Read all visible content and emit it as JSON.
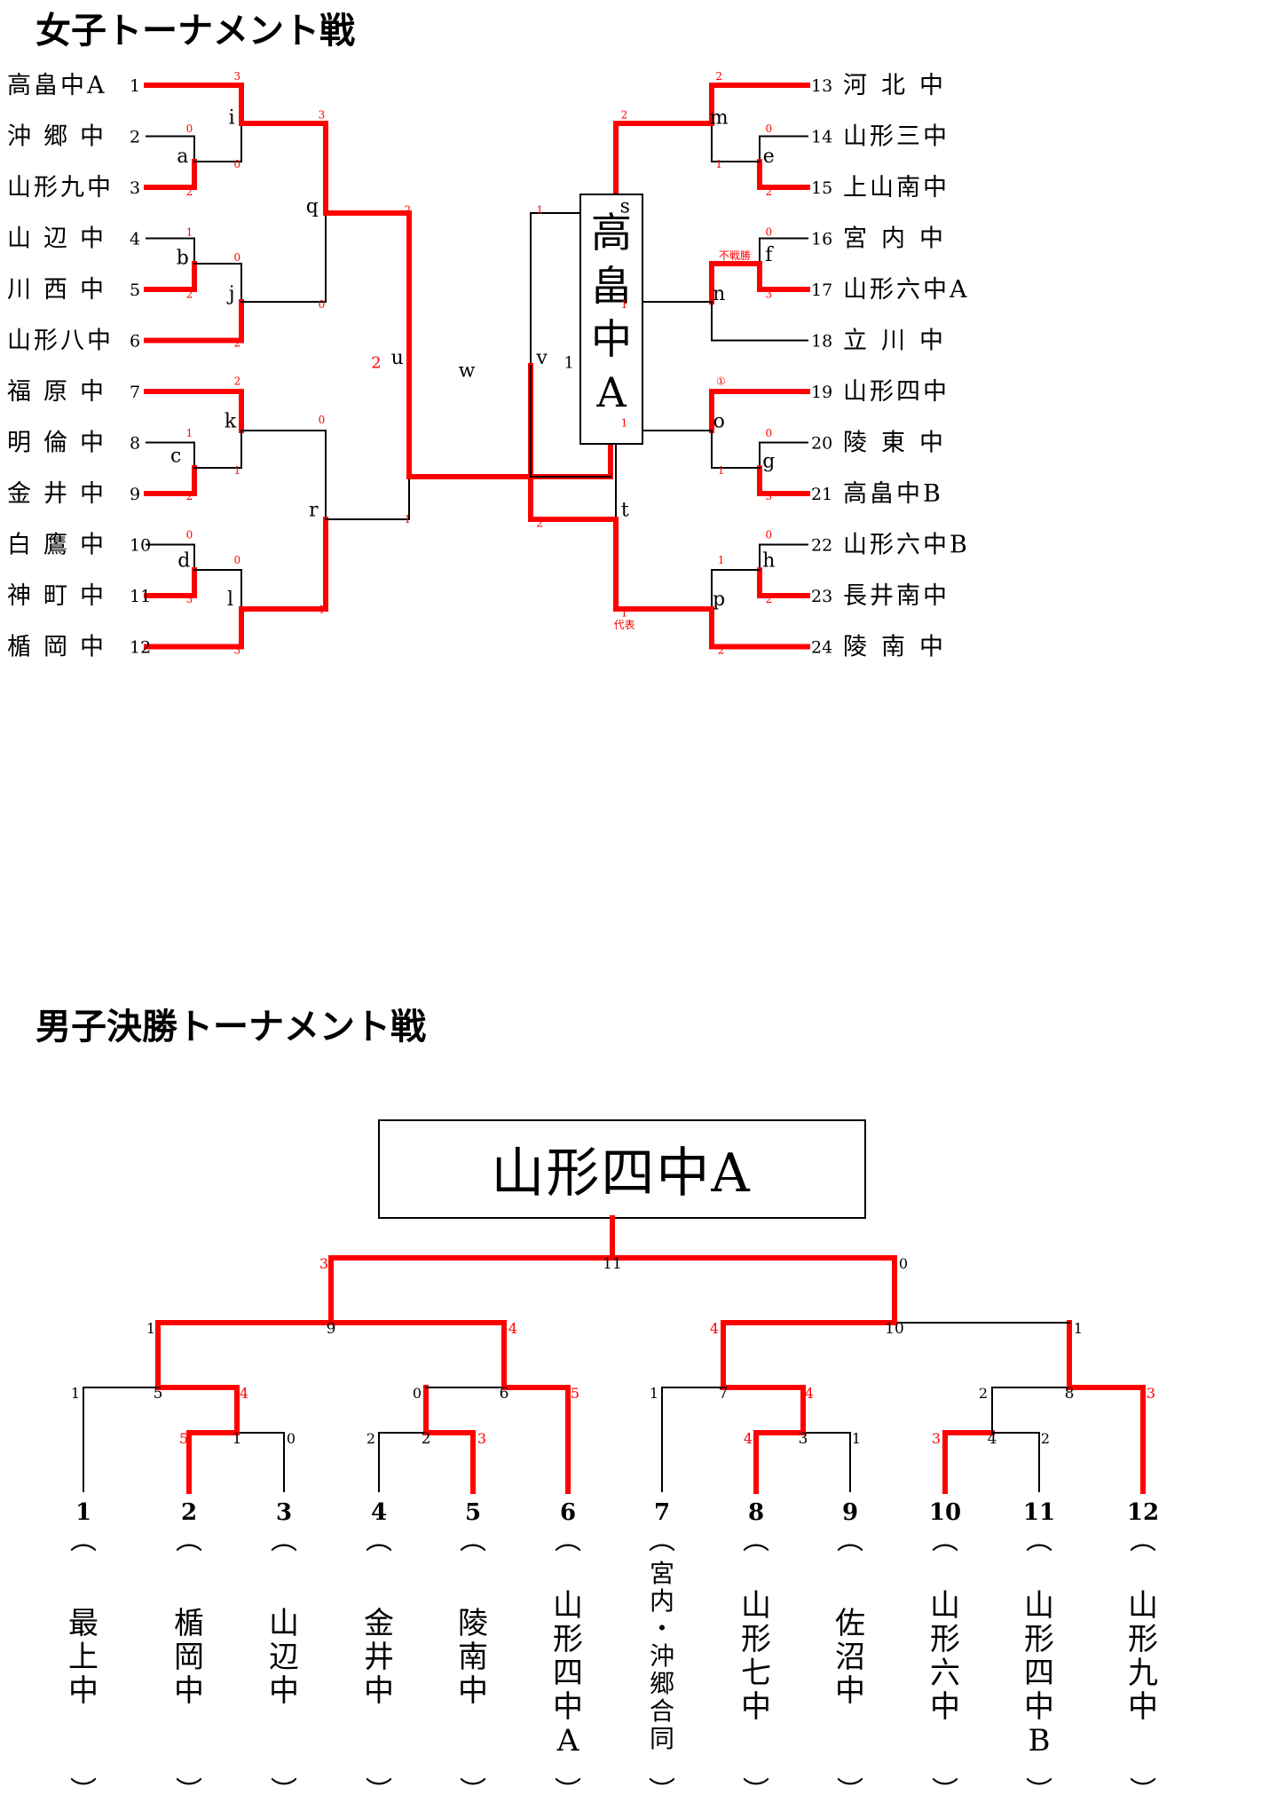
{
  "colors": {
    "win": "#ff0000",
    "line": "#000000",
    "score": "#ff0000",
    "text": "#000000"
  },
  "girls": {
    "title": "女子トーナメント戦",
    "champion": [
      "高",
      "畠",
      "中",
      "A"
    ],
    "teams": [
      {
        "no": "1",
        "name": "高畠中A"
      },
      {
        "no": "2",
        "name": "沖郷中"
      },
      {
        "no": "3",
        "name": "山形九中"
      },
      {
        "no": "4",
        "name": "山辺中"
      },
      {
        "no": "5",
        "name": "川西中"
      },
      {
        "no": "6",
        "name": "山形八中"
      },
      {
        "no": "7",
        "name": "福原中"
      },
      {
        "no": "8",
        "name": "明倫中"
      },
      {
        "no": "9",
        "name": "金井中"
      },
      {
        "no": "10",
        "name": "白鷹中"
      },
      {
        "no": "11",
        "name": "神町中"
      },
      {
        "no": "12",
        "name": "楯岡中"
      },
      {
        "no": "13",
        "name": "河北中"
      },
      {
        "no": "14",
        "name": "山形三中"
      },
      {
        "no": "15",
        "name": "上山南中"
      },
      {
        "no": "16",
        "name": "宮内中"
      },
      {
        "no": "17",
        "name": "山形六中A"
      },
      {
        "no": "18",
        "name": "立川中"
      },
      {
        "no": "19",
        "name": "山形四中"
      },
      {
        "no": "20",
        "name": "陵東中"
      },
      {
        "no": "21",
        "name": "高畠中B"
      },
      {
        "no": "22",
        "name": "山形六中B"
      },
      {
        "no": "23",
        "name": "長井南中"
      },
      {
        "no": "24",
        "name": "陵南中"
      }
    ],
    "match_labels": [
      "a",
      "b",
      "c",
      "d",
      "e",
      "f",
      "g",
      "h",
      "i",
      "j",
      "k",
      "l",
      "m",
      "n",
      "o",
      "p",
      "q",
      "r",
      "s",
      "t",
      "u",
      "v",
      "w"
    ],
    "scores": {
      "i_top": "3",
      "a_top": "0",
      "a_bot": "2",
      "i_bot": "0",
      "q_top": "3",
      "q_bot": "0",
      "b_top": "1",
      "b_bot": "2",
      "j_top": "0",
      "j_bot": "2",
      "u_top": "2",
      "u_bot": "1",
      "k_top": "2",
      "c_top": "1",
      "c_bot": "2",
      "k_bot": "1",
      "r_top": "0",
      "r_bot": "1",
      "d_top": "0",
      "d_bot": "3",
      "l_top": "0",
      "l_bot": "3",
      "final_left": "2",
      "final_right": "1",
      "m_top": "2",
      "m_bot": "1",
      "e_top": "0",
      "e_bot": "2",
      "s_top": "2",
      "s_bot": "1",
      "n_top": "不戦勝",
      "f_top": "0",
      "f_bot": "3",
      "v_top": "1",
      "v_bot": "2",
      "o_top": "①",
      "o_bot": "1",
      "g_top": "0",
      "g_bot": "3",
      "t_top": "1",
      "t_bot": "1",
      "t_note": "代表",
      "h_top": "0",
      "h_bot": "2",
      "p_top": "1",
      "p_bot": "2"
    }
  },
  "boys": {
    "title": "男子決勝トーナメント戦",
    "champion": "山形四中A",
    "teams": [
      {
        "no": "1",
        "name": "最上中"
      },
      {
        "no": "2",
        "name": "楯岡中"
      },
      {
        "no": "3",
        "name": "山辺中"
      },
      {
        "no": "4",
        "name": "金井中"
      },
      {
        "no": "5",
        "name": "陵南中"
      },
      {
        "no": "6",
        "name": "山形四中A"
      },
      {
        "no": "7",
        "name": "宮内・沖郷合同"
      },
      {
        "no": "8",
        "name": "山形七中"
      },
      {
        "no": "9",
        "name": "佐沼中"
      },
      {
        "no": "10",
        "name": "山形六中"
      },
      {
        "no": "11",
        "name": "山形四中B"
      },
      {
        "no": "12",
        "name": "山形九中"
      }
    ],
    "match_numbers": [
      "1",
      "2",
      "3",
      "4",
      "5",
      "6",
      "7",
      "8",
      "9",
      "10",
      "11"
    ],
    "scores": {
      "m1_l": "5",
      "m1_r": "0",
      "m2_l": "2",
      "m2_r": "3",
      "m3_l": "4",
      "m3_r": "1",
      "m4_l": "3",
      "m4_r": "2",
      "m5_l": "1",
      "m5_r": "4",
      "m6_l": "0",
      "m6_r": "5",
      "m7_l": "1",
      "m7_r": "4",
      "m8_l": "2",
      "m8_r": "3",
      "m9_l": "1",
      "m9_r": "4",
      "m10_l": "4",
      "m10_r": "1",
      "m11_l": "3",
      "m11_r": "0"
    }
  }
}
